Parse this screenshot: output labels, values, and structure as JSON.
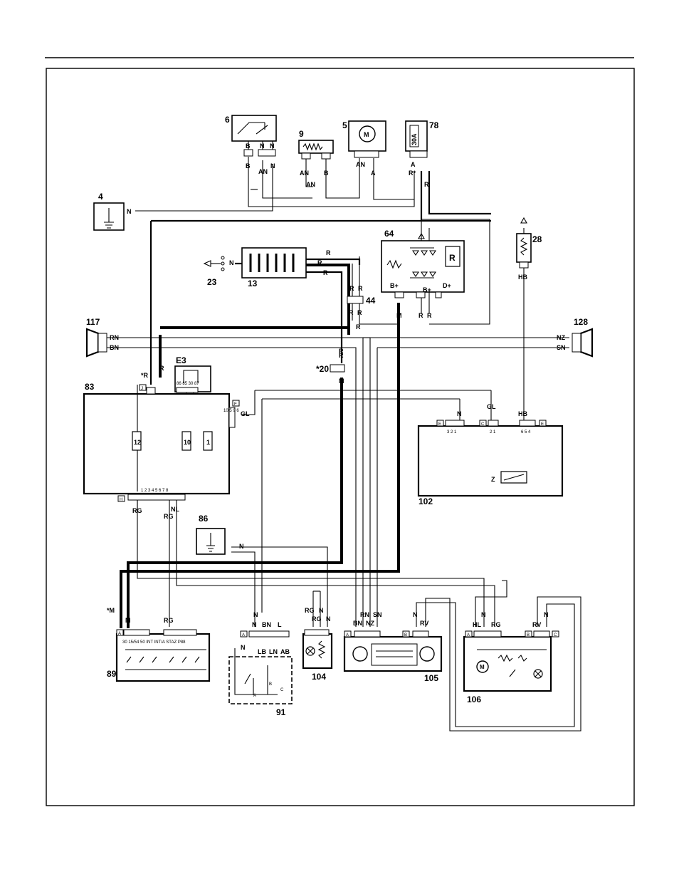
{
  "components": {
    "c6": "6",
    "c9": "9",
    "c5": "5",
    "c78": "78",
    "c4": "4",
    "c64": "64",
    "c28": "28",
    "c23": "23",
    "c13": "13",
    "c44": "44",
    "c117": "117",
    "c128": "128",
    "cE3": "E3",
    "c83": "83",
    "c20": "*20",
    "c102": "102",
    "c86": "86",
    "c89": "89",
    "c91": "91",
    "c104": "104",
    "c105": "105",
    "c106": "106"
  },
  "wire_colors": {
    "b": "B",
    "an": "AN",
    "n": "N",
    "a": "A",
    "r": "R",
    "r_star": "R*",
    "star_r": "*R",
    "m": "M",
    "star_m": "*M",
    "hb": "HB",
    "rn": "RN",
    "bn": "BN",
    "nz": "NZ",
    "sn": "SN",
    "gl": "GL",
    "rg": "RG",
    "nl": "NL",
    "hl": "HL",
    "rv": "RV",
    "lb": "LB",
    "ln": "LN",
    "l": "L",
    "ab": "AB"
  },
  "inner_labels": {
    "fuse_30a": "30A",
    "regulator_r": "R",
    "b_plus_1": "B+",
    "b_plus_2": "B+",
    "d_plus": "D+",
    "motor_m": "M",
    "z": "Z",
    "fuse_12": "12",
    "fuse_10": "10",
    "fuse_1": "1"
  },
  "connector_tags": {
    "j": "J",
    "f": "F",
    "h": "H",
    "e1": "E",
    "c1": "C",
    "e2": "E",
    "a89": "A",
    "a91": "A",
    "a105": "A",
    "b105": "B",
    "a106": "A",
    "b106": "B",
    "c106": "C"
  },
  "pin_labels": {
    "e3_pins": "86 85 30 87",
    "c83_pins_left": "1 2 3 4 5 6 7 8",
    "c83_side": "10 5 9 6",
    "c102_e": "3 2 1",
    "c102_c": "2 1",
    "c102_e2": "6 5 4",
    "c89_pins": "30 15/54 50 INT INT/A STAZ P88",
    "c91_a": "A",
    "c91_b": "B",
    "c91_c": "C"
  },
  "colors": {
    "ink": "#000000",
    "paper": "#ffffff"
  }
}
